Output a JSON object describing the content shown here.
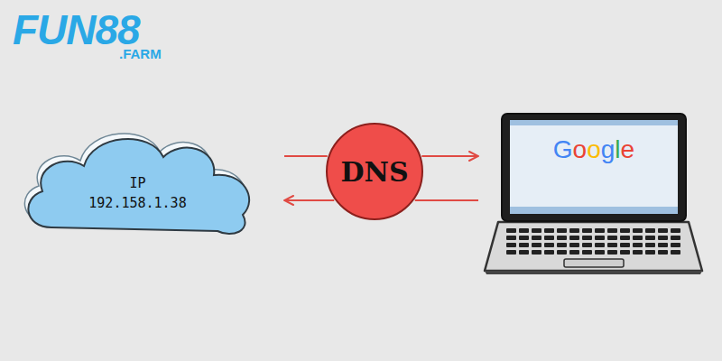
{
  "diagram": {
    "nodes": [
      {
        "text": [
          "IP",
          "192.158.1.38"
        ]
      },
      {
        "text": [
          "DNS"
        ]
      },
      {
        "text": [
          "Google"
        ]
      }
    ],
    "edges": [
      {
        "from": 0,
        "to": 1,
        "arrow": "none"
      },
      {
        "from": 1,
        "to": 2,
        "arrow": "to"
      },
      {
        "from": 2,
        "to": 1,
        "arrow": "none"
      },
      {
        "from": 1,
        "to": 0,
        "arrow": "to"
      }
    ],
    "labels": [
      "FUN88",
      ".FARM"
    ]
  }
}
